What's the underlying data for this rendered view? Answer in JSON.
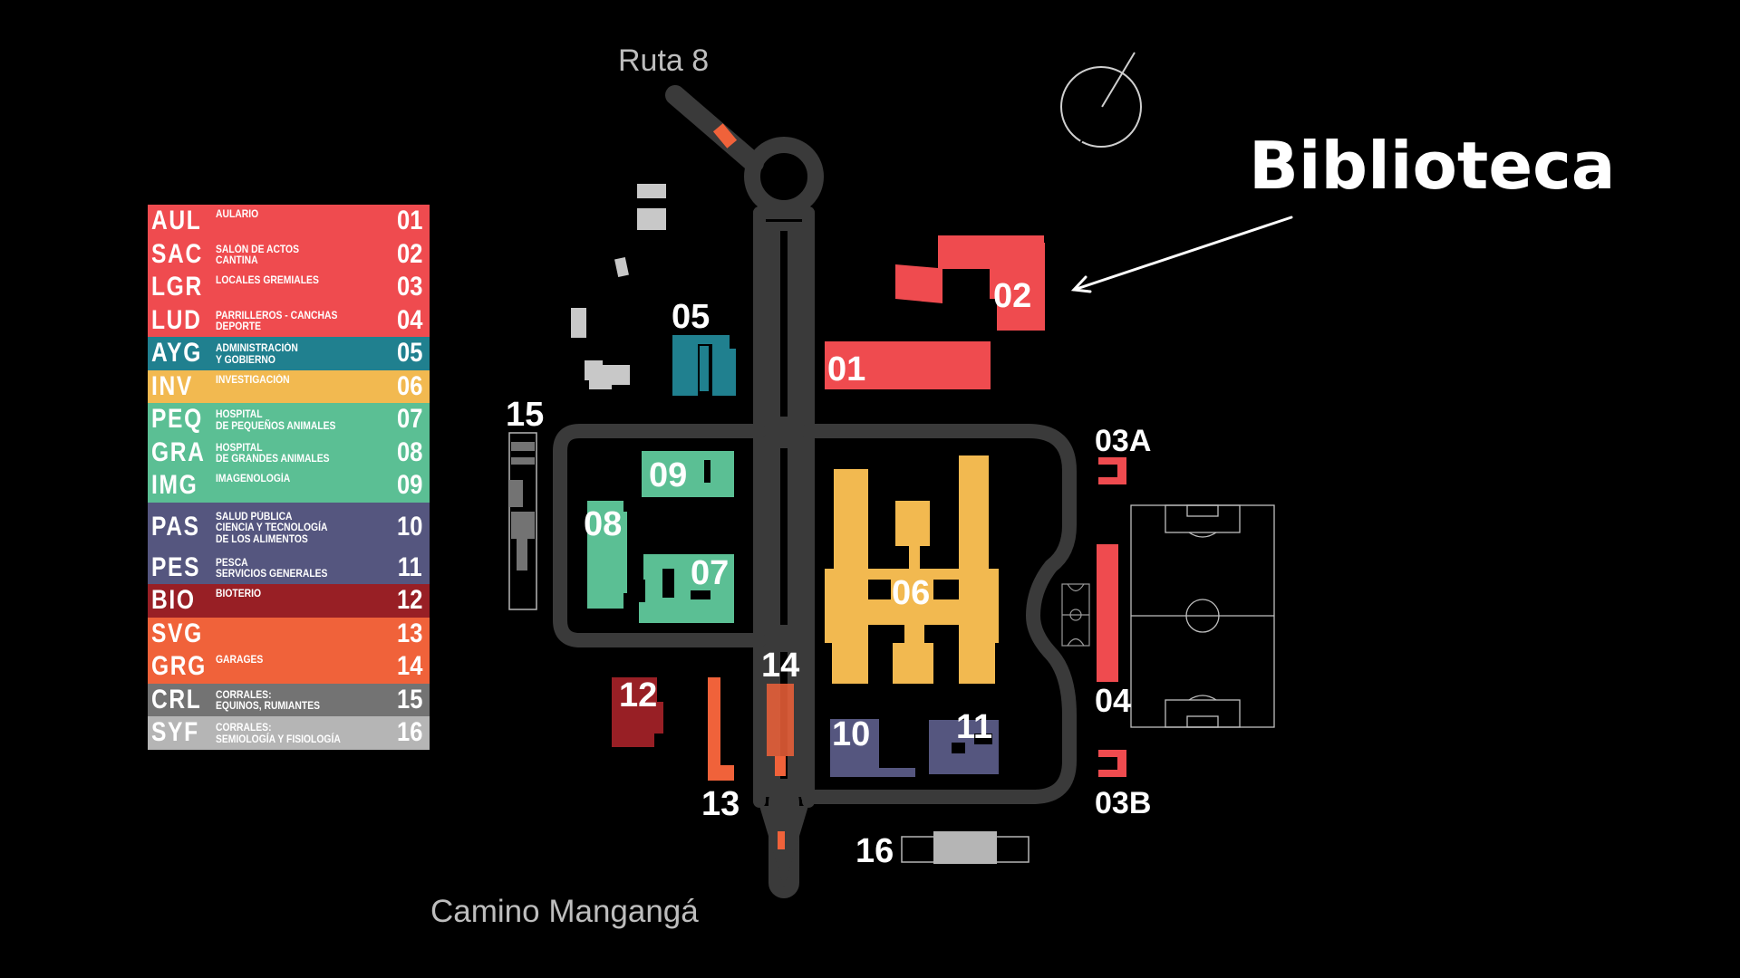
{
  "roads": {
    "top": "Ruta 8",
    "bottom": "Camino Mangangá"
  },
  "callout": {
    "text": "Biblioteca"
  },
  "legend": [
    {
      "code": "AUL",
      "desc1": "AULARIO",
      "desc2": "",
      "num": "01",
      "color": "#ef4b4f"
    },
    {
      "code": "SAC",
      "desc1": "SALÓN DE ACTOS",
      "desc2": "CANTINA",
      "num": "02",
      "color": "#ef4b4f"
    },
    {
      "code": "LGR",
      "desc1": "LOCALES GREMIALES",
      "desc2": "",
      "num": "03",
      "color": "#ef4b4f"
    },
    {
      "code": "LUD",
      "desc1": "PARRILLEROS - CANCHAS",
      "desc2": "DEPORTE",
      "num": "04",
      "color": "#ef4b4f"
    },
    {
      "code": "AYG",
      "desc1": "ADMINISTRACIÓN",
      "desc2": "Y GOBIERNO",
      "num": "05",
      "color": "#20808f"
    },
    {
      "code": "INV",
      "desc1": "INVESTIGACIÓN",
      "desc2": "",
      "num": "06",
      "color": "#f2b950"
    },
    {
      "code": "PEQ",
      "desc1": "HOSPITAL",
      "desc2": "DE PEQUEÑOS ANIMALES",
      "num": "07",
      "color": "#5bbf94"
    },
    {
      "code": "GRA",
      "desc1": "HOSPITAL",
      "desc2": "DE GRANDES ANIMALES",
      "num": "08",
      "color": "#5bbf94"
    },
    {
      "code": "IMG",
      "desc1": "IMAGENOLOGÍA",
      "desc2": "",
      "num": "09",
      "color": "#5bbf94"
    },
    {
      "code": "PAS",
      "desc1": "SALUD PÚBLICA",
      "desc2": "CIENCIA Y TECNOLOGÍA",
      "desc3": "DE LOS ALIMENTOS",
      "num": "10",
      "color": "#55567f",
      "tall": true
    },
    {
      "code": "PES",
      "desc1": "PESCA",
      "desc2": "SERVICIOS GENERALES",
      "num": "11",
      "color": "#55567f"
    },
    {
      "code": "BIO",
      "desc1": "BIOTERIO",
      "desc2": "",
      "num": "12",
      "color": "#981f25"
    },
    {
      "code": "SVG",
      "desc1": "",
      "desc2": "",
      "num": "13",
      "color": "#f0623a"
    },
    {
      "code": "GRG",
      "desc1": "GARAGES",
      "desc2": "",
      "num": "14",
      "color": "#f0623a"
    },
    {
      "code": "CRL",
      "desc1": "CORRALES:",
      "desc2": "EQUINOS, RUMIANTES",
      "num": "15",
      "color": "#737373"
    },
    {
      "code": "SYF",
      "desc1": "CORRALES:",
      "desc2": "SEMIOLOGÍA Y FISIOLOGÍA",
      "num": "16",
      "color": "#b5b5b5"
    }
  ],
  "map_labels": {
    "b01": "01",
    "b02": "02",
    "b03a": "03A",
    "b03b": "03B",
    "b04": "04",
    "b05": "05",
    "b06": "06",
    "b07": "07",
    "b08": "08",
    "b09": "09",
    "b10": "10",
    "b11": "11",
    "b12": "12",
    "b13": "13",
    "b14": "14",
    "b15": "15",
    "b16": "16"
  },
  "colors": {
    "road": "#3a3a3a",
    "red": "#ef4b4f",
    "teal": "#20808f",
    "yellow": "#f2b950",
    "green": "#5bbf94",
    "purple": "#55567f",
    "darkred": "#981f25",
    "orange": "#f0623a",
    "gray": "#737373",
    "lightgray": "#b5b5b5"
  }
}
